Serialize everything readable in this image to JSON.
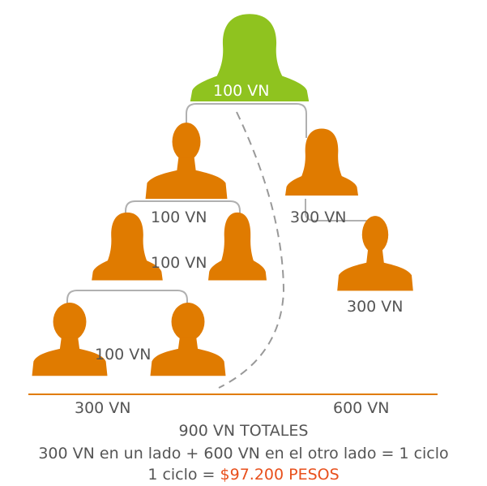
{
  "colors": {
    "top_person": "#8fc31f",
    "person": "#e07b00",
    "line": "#b0b0b0",
    "baseline": "#e07b00",
    "dashed": "#999999",
    "price": "#e8501c"
  },
  "nodes": {
    "top": {
      "label": "100 VN",
      "icon": "woman-silhouette-icon"
    },
    "left_l1": {
      "label": "100 VN",
      "icon": "man-silhouette-icon"
    },
    "right_l1": {
      "label": "300 VN",
      "icon": "woman-silhouette-icon"
    },
    "left_l2": {
      "label": "100 VN",
      "icon": "woman-silhouette-icon"
    },
    "right_l2": {
      "label": "300 VN",
      "icon": "man-silhouette-icon"
    },
    "left_l3": {
      "label": "100 VN",
      "icon": "boy-silhouette-icon"
    }
  },
  "totals": {
    "left": "300 VN",
    "right": "600 VN",
    "total": "900 VN TOTALES",
    "equation": "300 VN en un lado + 600 VN en el otro lado = 1 ciclo",
    "cycle_prefix": "1 ciclo = ",
    "cycle_price": "$97.200 PESOS"
  }
}
